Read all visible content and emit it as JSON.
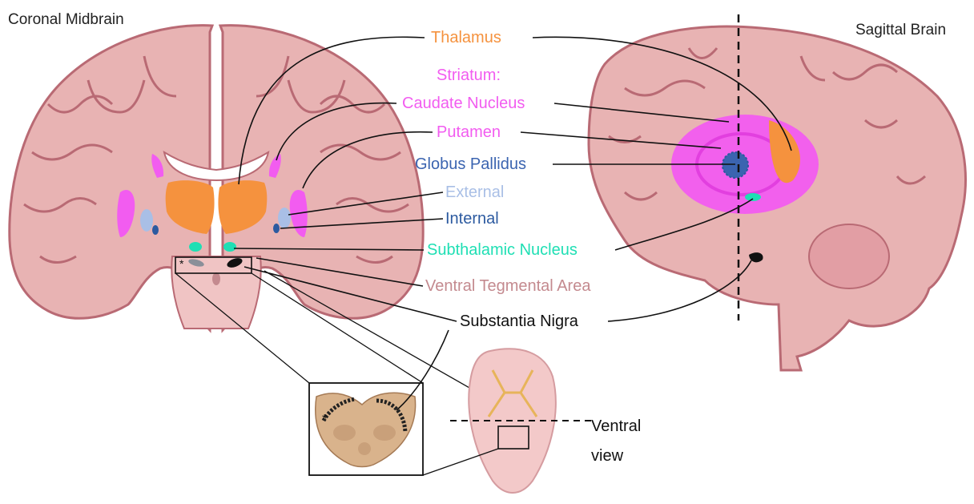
{
  "titles": {
    "coronal": "Coronal Midbrain",
    "sagittal": "Sagittal Brain"
  },
  "labels": {
    "thalamus": "Thalamus",
    "striatum": "Striatum:",
    "caudate": "Caudate Nucleus",
    "putamen": "Putamen",
    "globus_pallidus": "Globus Pallidus",
    "external": "External",
    "internal": "Internal",
    "subthalamic": "Subthalamic Nucleus",
    "vta": "Ventral Tegmental Area",
    "substantia_nigra": "Substantia Nigra"
  },
  "ventral_view": {
    "line1": "Ventral",
    "line2": "view"
  },
  "asterisk": "*",
  "colors": {
    "thalamus": "#f5923e",
    "striatum": "#f25cf0",
    "globus_pallidus": "#3b64b0",
    "external": "#a9bfe6",
    "internal": "#2c5aa0",
    "subthalamic": "#1fdfb4",
    "vta": "#c48a8f",
    "substantia_nigra": "#111111",
    "brain_tissue": "#e8b3b3",
    "brain_outline": "#b96a74"
  }
}
